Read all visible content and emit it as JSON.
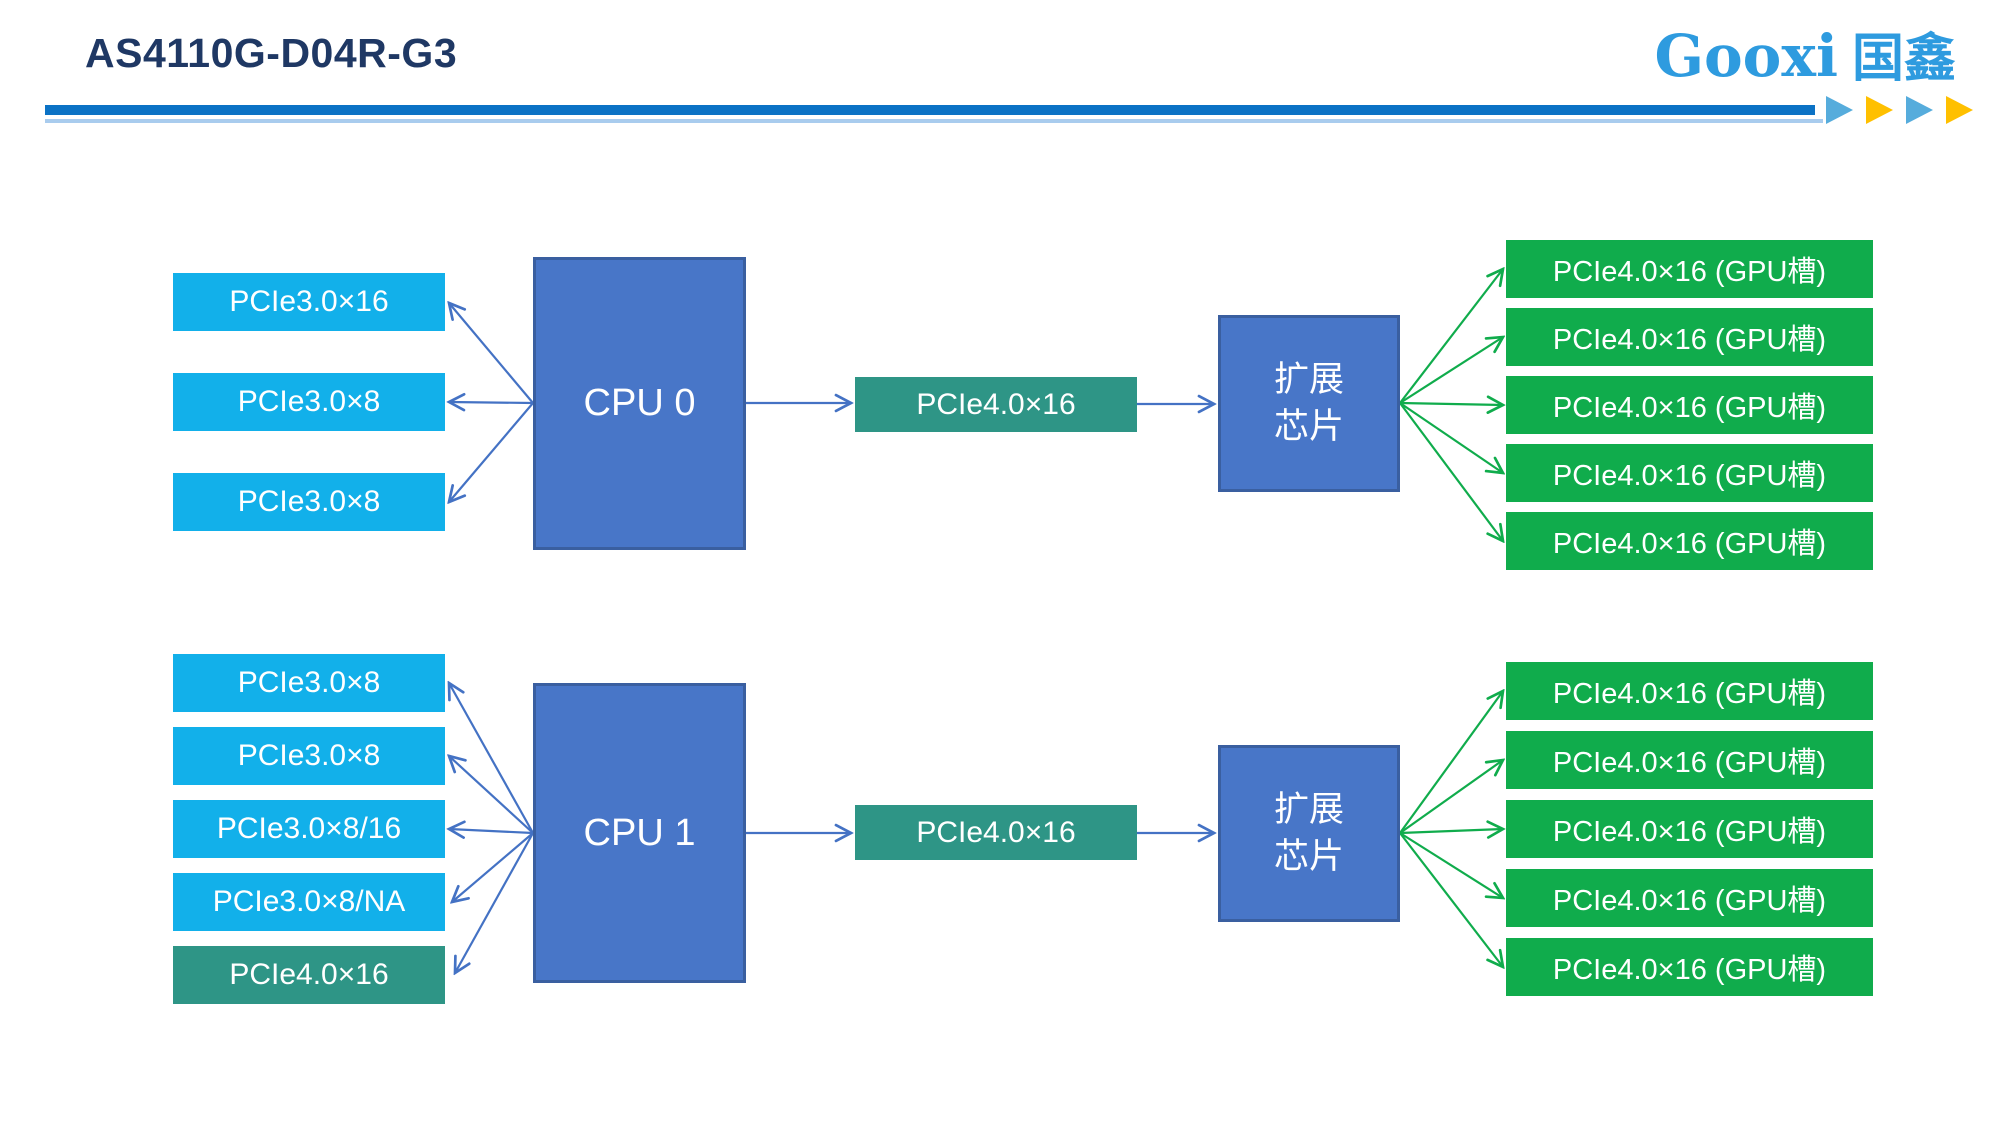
{
  "header": {
    "title": "AS4110G-D04R-G3",
    "logo_latin": "Gooxi",
    "logo_cjk": "国鑫",
    "accent_color": "#0B72C5",
    "triangle_colors": [
      "#56ACDC",
      "#FFC000",
      "#56ACDC",
      "#FFC000"
    ]
  },
  "colors": {
    "cyan_slot": "#12B0EA",
    "teal_slot": "#2E9586",
    "green_slot": "#10AC4C",
    "cpu_fill": "#4876C8",
    "cpu_border": "#3A5FA0",
    "blue_arrow": "#4472C4",
    "green_arrow": "#10AC4C",
    "title_color": "#1F3864"
  },
  "sections": {
    "top": {
      "cpu_label": "CPU 0",
      "left_slots": [
        "PCIe3.0×16",
        "PCIe3.0×8",
        "PCIe3.0×8"
      ],
      "link_label": "PCIe4.0×16",
      "expander_line1": "扩展",
      "expander_line2": "芯片",
      "gpu_slots": [
        "PCIe4.0×16 (GPU槽)",
        "PCIe4.0×16 (GPU槽)",
        "PCIe4.0×16 (GPU槽)",
        "PCIe4.0×16 (GPU槽)",
        "PCIe4.0×16 (GPU槽)"
      ]
    },
    "bottom": {
      "cpu_label": "CPU 1",
      "left_slots": [
        "PCIe3.0×8",
        "PCIe3.0×8",
        "PCIe3.0×8/16",
        "PCIe3.0×8/NA",
        "PCIe4.0×16"
      ],
      "link_label": "PCIe4.0×16",
      "expander_line1": "扩展",
      "expander_line2": "芯片",
      "gpu_slots": [
        "PCIe4.0×16 (GPU槽)",
        "PCIe4.0×16 (GPU槽)",
        "PCIe4.0×16 (GPU槽)",
        "PCIe4.0×16 (GPU槽)",
        "PCIe4.0×16 (GPU槽)"
      ]
    }
  }
}
